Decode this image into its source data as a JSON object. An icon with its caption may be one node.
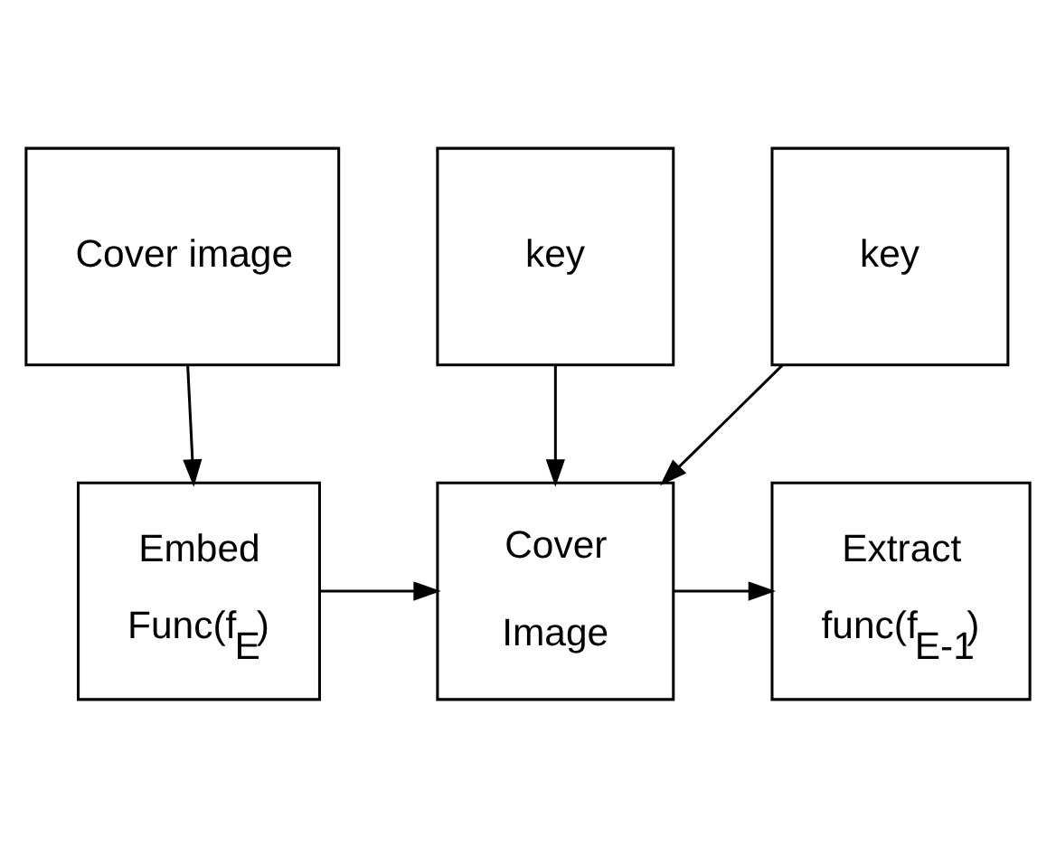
{
  "diagram": {
    "nodes": [
      {
        "text": [
          "Cover image"
        ]
      },
      {
        "text": [
          "key"
        ]
      },
      {
        "text": [
          "key"
        ]
      },
      {
        "text": [
          "Embed",
          "Func(f$_{E}$)"
        ]
      },
      {
        "text": [
          "Cover",
          "Image"
        ]
      },
      {
        "text": [
          "Extract",
          "func(f$_{E-1}$)"
        ]
      }
    ],
    "edges": [
      {
        "from": 0,
        "to": 3,
        "arrow": "to"
      },
      {
        "from": 1,
        "to": 4,
        "arrow": "to"
      },
      {
        "from": 2,
        "to": 4,
        "arrow": "to"
      },
      {
        "from": 3,
        "to": 4,
        "arrow": "to"
      },
      {
        "from": 4,
        "to": 5,
        "arrow": "to"
      }
    ]
  }
}
